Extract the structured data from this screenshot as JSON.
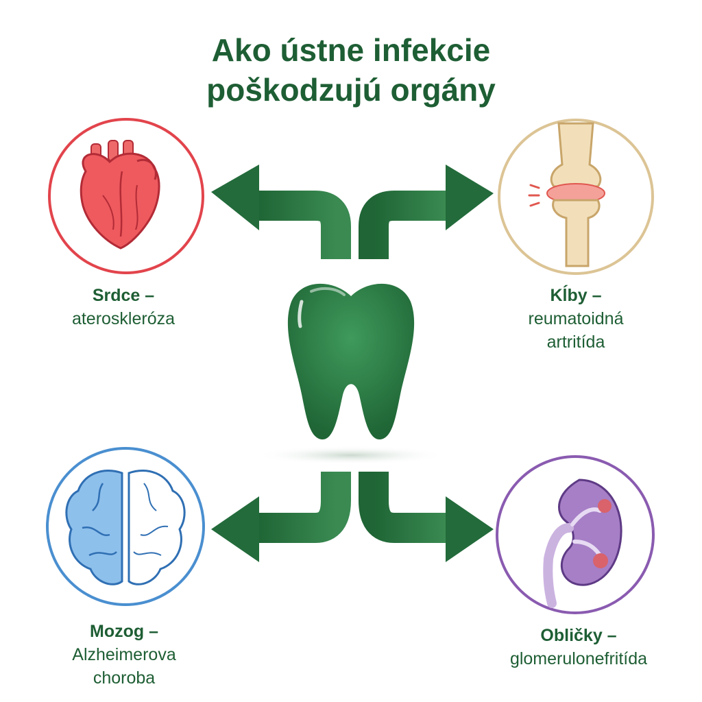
{
  "title": {
    "line1": "Ako ústne infekcie",
    "line2": "poškodzujú orgány"
  },
  "organs": {
    "heart": {
      "name": "Srdce –",
      "desc1": "ateroskleróza",
      "desc2": "",
      "color": "#e2444c"
    },
    "joints": {
      "name": "Kĺby –",
      "desc1": "reumatoidná",
      "desc2": "artritída",
      "color": "#dcc495"
    },
    "brain": {
      "name": "Mozog –",
      "desc1": "Alzheimerova",
      "desc2": "choroba",
      "color": "#4a8fd0"
    },
    "kidney": {
      "name": "Obličky –",
      "desc1": "glomerulonefritída",
      "desc2": "",
      "color": "#8a5bb0"
    }
  },
  "colors": {
    "primary": "#1e5e34",
    "tooth": "#2a7a44",
    "arrow": "#236b3b"
  },
  "icons": [
    "tooth-icon",
    "heart-icon",
    "knee-joint-icon",
    "brain-icon",
    "kidney-icon"
  ]
}
